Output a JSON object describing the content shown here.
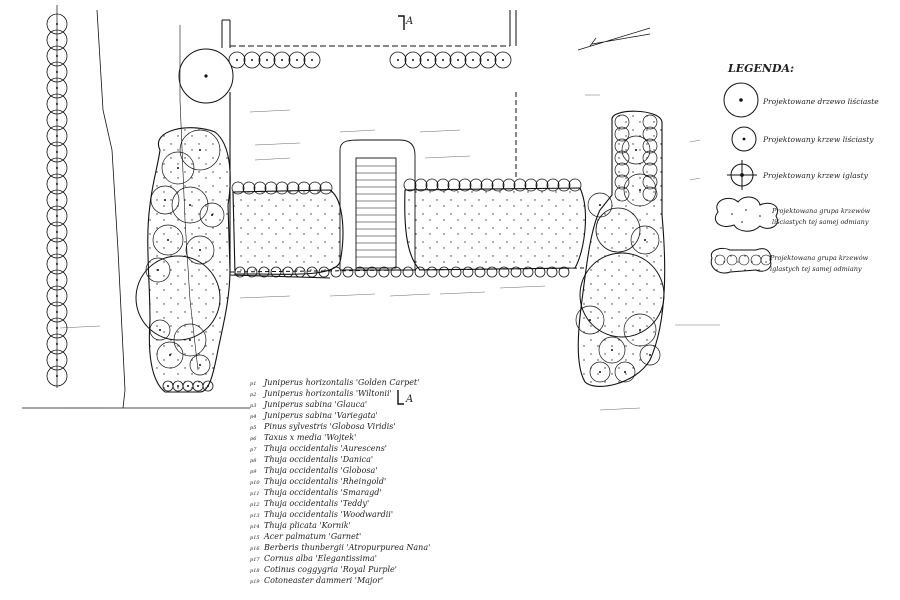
{
  "section_marker": "A",
  "legend": {
    "title": "LEGENDA:",
    "items": [
      {
        "symbol": "deciduous-tree-icon",
        "label": "Projektowane drzewo liściaste"
      },
      {
        "symbol": "deciduous-shrub-icon",
        "label": "Projektowany krzew liściasty"
      },
      {
        "symbol": "conifer-shrub-icon",
        "label": "Projektowany krzew iglasty"
      },
      {
        "symbol": "deciduous-group-icon",
        "label_line1": "Projektowana grupa krzewów",
        "label_line2": "liściastych tej samej odmiany"
      },
      {
        "symbol": "conifer-group-icon",
        "label_line1": "Projektowana grupa krzewów",
        "label_line2": "iglastych tej samej odmiany"
      }
    ]
  },
  "plant_list": [
    {
      "code": "p1",
      "name": "Juniperus horizontalis 'Golden Carpet'"
    },
    {
      "code": "p2",
      "name": "Juniperus horizontalis 'Wiltonii'"
    },
    {
      "code": "p3",
      "name": "Juniperus sabina 'Glauca'"
    },
    {
      "code": "p4",
      "name": "Juniperus sabina 'Variegata'"
    },
    {
      "code": "p5",
      "name": "Pinus sylvestris 'Globosa Viridis'"
    },
    {
      "code": "p6",
      "name": "Taxus x media 'Wojtek'"
    },
    {
      "code": "p7",
      "name": "Thuja occidentalis 'Aurescens'"
    },
    {
      "code": "p8",
      "name": "Thuja occidentalis 'Danica'"
    },
    {
      "code": "p9",
      "name": "Thuja occidentalis 'Globosa'"
    },
    {
      "code": "p10",
      "name": "Thuja occidentalis 'Rheingold'"
    },
    {
      "code": "p11",
      "name": "Thuja occidentalis 'Smaragd'"
    },
    {
      "code": "p12",
      "name": "Thuja occidentalis 'Teddy'"
    },
    {
      "code": "p13",
      "name": "Thuja occidentalis 'Woodwardii'"
    },
    {
      "code": "p14",
      "name": "Thuja plicata 'Kornik'"
    },
    {
      "code": "p15",
      "name": "Acer palmatum 'Garnet'"
    },
    {
      "code": "p16",
      "name": "Berberis thunbergii 'Atropurpurea Nana'"
    },
    {
      "code": "p17",
      "name": "Cornus alba 'Elegantissima'"
    },
    {
      "code": "p18",
      "name": "Cotinus coggygria 'Royal Purple'"
    },
    {
      "code": "p19",
      "name": "Cotoneaster dammeri 'Major'"
    }
  ]
}
